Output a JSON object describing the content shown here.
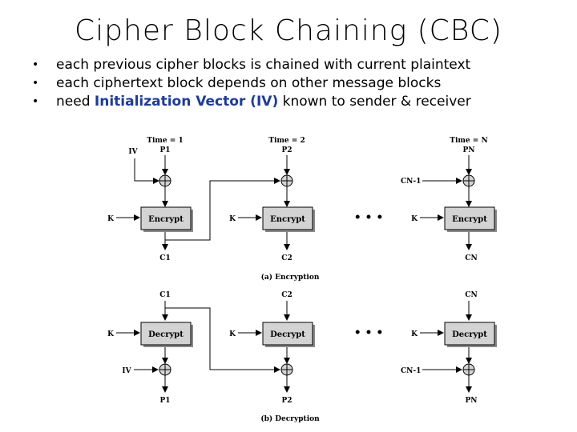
{
  "title": "Cipher Block Chaining (CBC)",
  "bullets": [
    {
      "text": "each previous cipher blocks is chained with current plaintext"
    },
    {
      "text_before": "each ciphertext block depends on other message blocks"
    },
    {
      "text_before": "need ",
      "highlight": "Initialization Vector (IV)",
      "text_after": " known to sender & receiver"
    }
  ],
  "bullet_symbol": "•",
  "diagram": {
    "times": [
      "Time = 1",
      "Time = 2",
      "Time = N"
    ],
    "key": "K",
    "iv": "IV",
    "ellipsis": "• • •",
    "encryption": {
      "caption": "(a) Encryption",
      "block_label": "Encrypt",
      "plaintexts": [
        "P1",
        "P2",
        "PN"
      ],
      "ciphertexts": [
        "C1",
        "C2",
        "CN"
      ],
      "prev_cipher": "CN-1"
    },
    "decryption": {
      "caption": "(b) Decryption",
      "block_label": "Decrypt",
      "ciphertexts": [
        "C1",
        "C2",
        "CN"
      ],
      "plaintexts": [
        "P1",
        "P2",
        "PN"
      ],
      "prev_cipher": "CN-1"
    },
    "colors": {
      "block_fill": "#d3d3d3",
      "block_shadow": "#8a8a8a",
      "line": "#000000",
      "highlight": "#1a3aa6"
    }
  }
}
